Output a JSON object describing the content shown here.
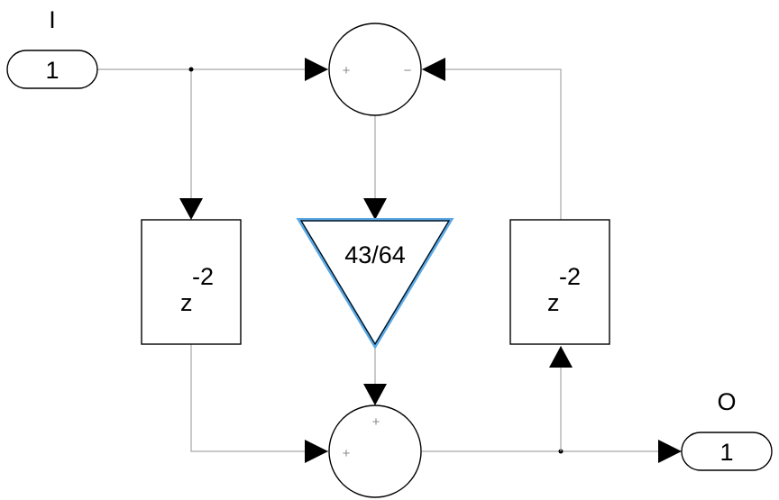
{
  "inport": {
    "name": "I",
    "number": "1"
  },
  "outport": {
    "name": "O",
    "number": "1"
  },
  "sum_top": {
    "signs": [
      "+",
      "−"
    ]
  },
  "sum_bottom": {
    "signs": [
      "+",
      "+"
    ]
  },
  "gain": {
    "value": "43/64"
  },
  "delay_left": {
    "base": "z",
    "exponent": "-2"
  },
  "delay_right": {
    "base": "z",
    "exponent": "-2"
  }
}
